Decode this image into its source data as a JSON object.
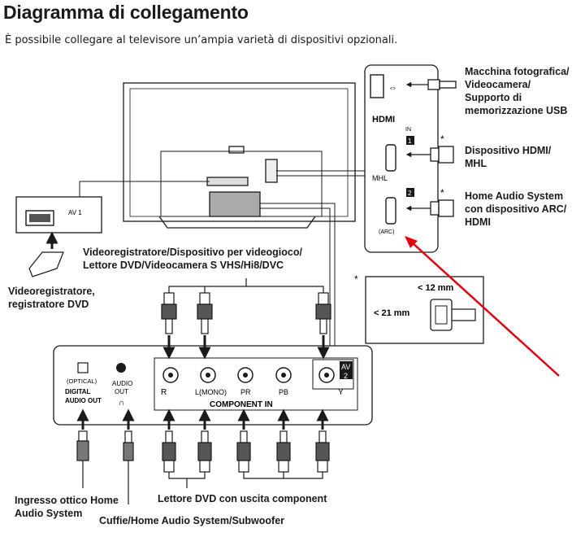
{
  "header": {
    "title": "Diagramma di collegamento",
    "subtitle": "È possibile collegare al televisore un’ampia varietà di dispositivi opzionali."
  },
  "labels": {
    "usb_device": [
      "Macchina fotografica/",
      "Videocamera/",
      "Supporto di",
      "memorizzazione USB"
    ],
    "hdmi_device": [
      "Dispositivo HDMI/",
      "MHL"
    ],
    "arc_device": [
      "Home Audio System",
      "con dispositivo ARC/",
      "HDMI"
    ],
    "scart_device": [
      "Videoregistratore,",
      "registratore DVD"
    ],
    "video_sources": [
      "Videoregistratore/Dispositivo per videogioco/",
      "Lettore DVD/Videocamera S VHS/Hi8/DVC"
    ],
    "optical_device": [
      "Ingresso ottico Home",
      "Audio System"
    ],
    "component_device": "Lettore DVD con uscita component",
    "audio_out_device": "Cuffie/Home Audio System/Subwoofer"
  },
  "panel_side": {
    "hdmi_logo": "HDMI",
    "in": "IN",
    "port1": "1",
    "port2": "2",
    "mhl": "MHL",
    "arc": "(ARC)",
    "asterisk": "*"
  },
  "panel_scart": {
    "av1": "AV 1"
  },
  "plug_note": {
    "asterisk": "*",
    "width": "< 12 mm",
    "height": "< 21 mm"
  },
  "panel_bottom": {
    "optical": "(OPTICAL)",
    "digital": "DIGITAL",
    "audio_out": "AUDIO OUT",
    "audio": "AUDIO",
    "out": "OUT",
    "av": "AV",
    "av_num": "2",
    "r": "R",
    "l_mono": "L(MONO)",
    "pr": "PR",
    "pb": "PB",
    "y": "Y",
    "component_in": "COMPONENT IN"
  },
  "colors": {
    "line": "#1a1a1a",
    "arrow_annotation": "#e3000f"
  }
}
